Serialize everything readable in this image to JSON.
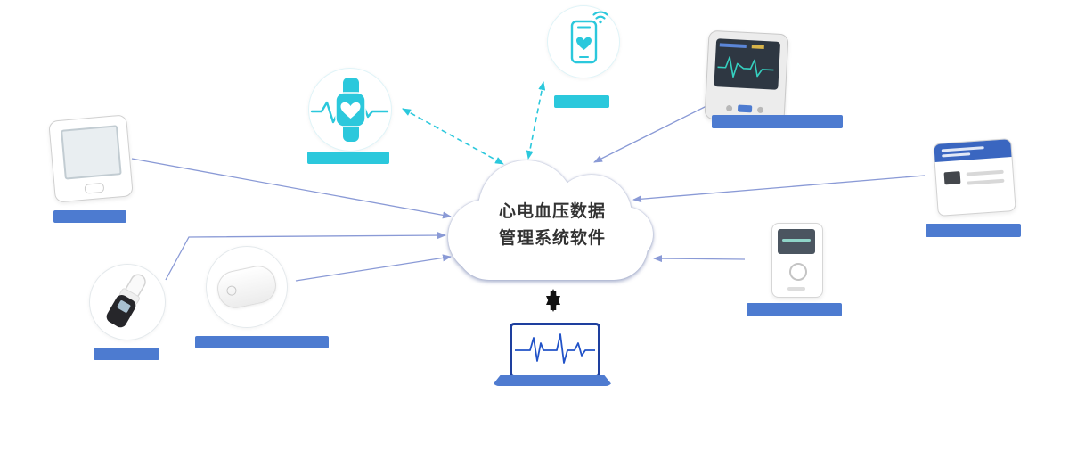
{
  "cloud": {
    "line1": "心电血压数据",
    "line2": "管理系统软件"
  },
  "palette": {
    "teal_accent": "#2bc8dc",
    "label_blue": "#4d7bd0",
    "arrow_line_blue": "#8a9ad6",
    "laptop_frame_navy": "#1e3f9e",
    "laptop_base_blue": "#4f7bd0",
    "sync_arrow_black": "#111111"
  },
  "devices": [
    {
      "id": "handheld-ecg-card",
      "label_text": "",
      "label_color": "blue"
    },
    {
      "id": "smart-watch",
      "label_text": "",
      "label_color": "teal"
    },
    {
      "id": "smart-phone",
      "label_text": "",
      "label_color": "teal"
    },
    {
      "id": "patient-monitor",
      "label_text": "",
      "label_color": "blue"
    },
    {
      "id": "bp-module",
      "label_text": "",
      "label_color": "blue"
    },
    {
      "id": "holter-recorder",
      "label_text": "",
      "label_color": "blue"
    },
    {
      "id": "ear-thermometer",
      "label_text": "",
      "label_color": "blue"
    },
    {
      "id": "ecg-patch",
      "label_text": "",
      "label_color": "blue"
    },
    {
      "id": "laptop-ecg-software",
      "label_text": "",
      "label_color": "none"
    }
  ]
}
